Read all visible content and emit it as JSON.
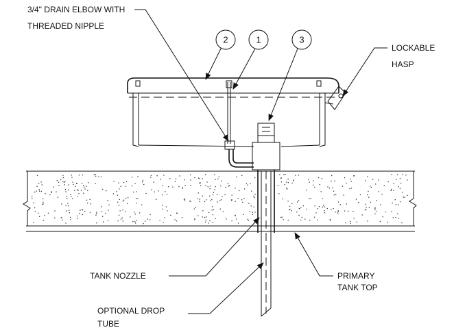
{
  "labels": {
    "drain_elbow_line1": "3/4\" DRAIN ELBOW WITH",
    "drain_elbow_line2": "THREADED NIPPLE",
    "lockable_hasp_line1": "LOCKABLE",
    "lockable_hasp_line2": "HASP",
    "tank_nozzle": "TANK NOZZLE",
    "primary_tank_top_line1": "PRIMARY",
    "primary_tank_top_line2": "TANK TOP",
    "drop_tube_line1": "OPTIONAL DROP",
    "drop_tube_line2": "TUBE"
  },
  "callouts": [
    "2",
    "1",
    "3"
  ]
}
